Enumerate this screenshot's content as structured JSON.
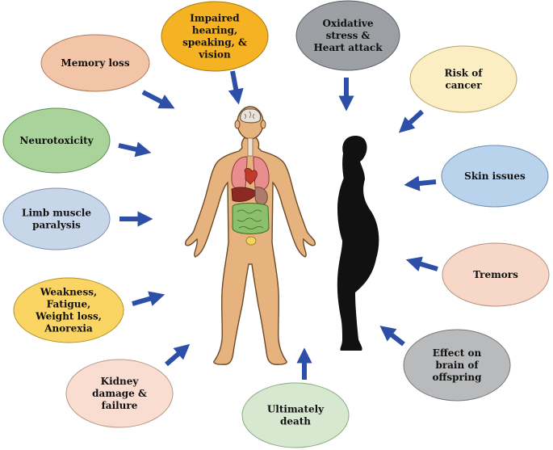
{
  "effects": [
    {
      "id": "memory-loss",
      "lines": [
        "Memory loss"
      ],
      "fill": "#f2c4a8",
      "stroke": "#b07a5a"
    },
    {
      "id": "impaired-senses",
      "lines": [
        "Impaired",
        "hearing,",
        "speaking, &",
        "vision"
      ],
      "fill": "#f5b324",
      "stroke": "#a87a10"
    },
    {
      "id": "oxidative-stress",
      "lines": [
        "Oxidative",
        "stress &",
        "Heart attack"
      ],
      "fill": "#9c9fa3",
      "stroke": "#5e6166"
    },
    {
      "id": "risk-of-cancer",
      "lines": [
        "Risk of",
        "cancer"
      ],
      "fill": "#fbeec2",
      "stroke": "#b5a46a"
    },
    {
      "id": "neurotoxicity",
      "lines": [
        "Neurotoxicity"
      ],
      "fill": "#a9d39b",
      "stroke": "#5f8f52"
    },
    {
      "id": "skin-issues",
      "lines": [
        "Skin issues"
      ],
      "fill": "#b9d3ec",
      "stroke": "#6f8eaf"
    },
    {
      "id": "limb-paralysis",
      "lines": [
        "Limb muscle",
        "paralysis"
      ],
      "fill": "#c8d6ea",
      "stroke": "#7f93b0"
    },
    {
      "id": "tremors",
      "lines": [
        "Tremors"
      ],
      "fill": "#f7d8c8",
      "stroke": "#b58f7a"
    },
    {
      "id": "weakness",
      "lines": [
        "Weakness,",
        "Fatigue,",
        "Weight loss,",
        "Anorexia"
      ],
      "fill": "#fbd564",
      "stroke": "#b2922a"
    },
    {
      "id": "brain-offspring",
      "lines": [
        "Effect on",
        "brain of",
        "offspring"
      ],
      "fill": "#b9babc",
      "stroke": "#76787b"
    },
    {
      "id": "kidney-damage",
      "lines": [
        "Kidney",
        "damage &",
        "failure"
      ],
      "fill": "#f8ddd0",
      "stroke": "#b89886"
    },
    {
      "id": "ultimately-death",
      "lines": [
        "Ultimately",
        "death"
      ],
      "fill": "#d6e8cf",
      "stroke": "#8caa80"
    }
  ],
  "colors": {
    "arrow": "#2e4fa8",
    "skin": "#e6b27e",
    "skin_outline": "#6b4a2a",
    "silhouette": "#111111"
  }
}
